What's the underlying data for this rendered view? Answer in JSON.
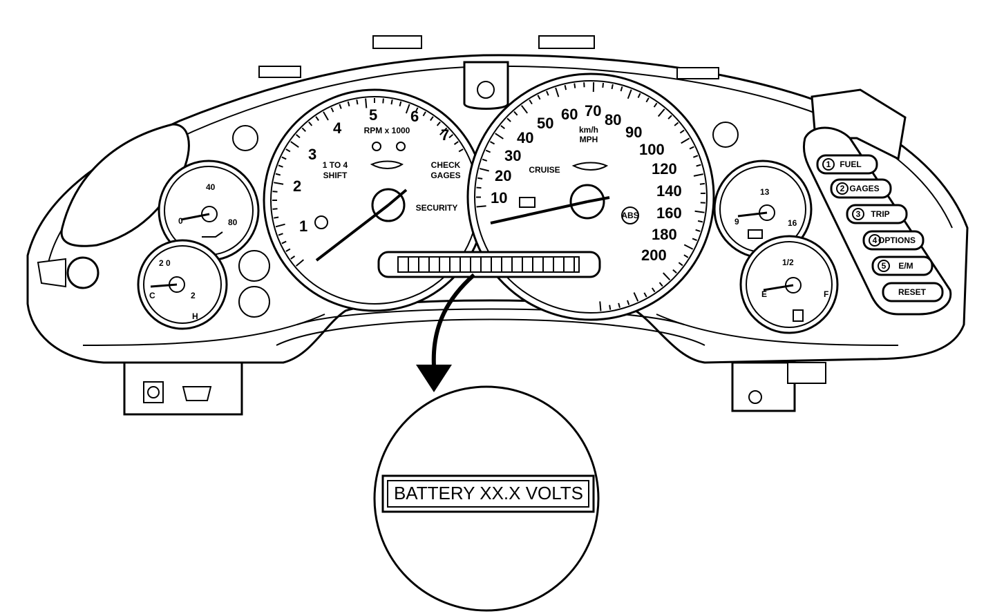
{
  "tach": {
    "numbers": [
      "1",
      "2",
      "3",
      "4",
      "5",
      "6",
      "7"
    ],
    "unit": "RPM x 1000",
    "shift": [
      "1 TO 4",
      "SHIFT"
    ],
    "check": [
      "CHECK",
      "GAGES"
    ],
    "security": "SECURITY"
  },
  "speedo": {
    "numbers": [
      "10",
      "20",
      "30",
      "40",
      "50",
      "60",
      "70",
      "80",
      "90",
      "100",
      "120",
      "140",
      "160",
      "180",
      "200"
    ],
    "units": [
      "km/h",
      "MPH"
    ],
    "cruise": "CRUISE",
    "abs": "ABS"
  },
  "gauges": {
    "oil_pressure": [
      "0",
      "40",
      "80"
    ],
    "coolant": [
      "C",
      "2",
      "2 0",
      "H"
    ],
    "volts": [
      "9",
      "13",
      "16"
    ],
    "fuel": [
      "E",
      "1/2",
      "F"
    ]
  },
  "buttons": [
    {
      "num": "1",
      "label": "FUEL"
    },
    {
      "num": "2",
      "label": "GAGES"
    },
    {
      "num": "3",
      "label": "TRIP"
    },
    {
      "num": "4",
      "label": "OPTIONS"
    },
    {
      "num": "5",
      "label": "E/M"
    },
    {
      "num": "",
      "label": "RESET"
    }
  ],
  "callout": {
    "text": "BATTERY XX.X VOLTS"
  }
}
